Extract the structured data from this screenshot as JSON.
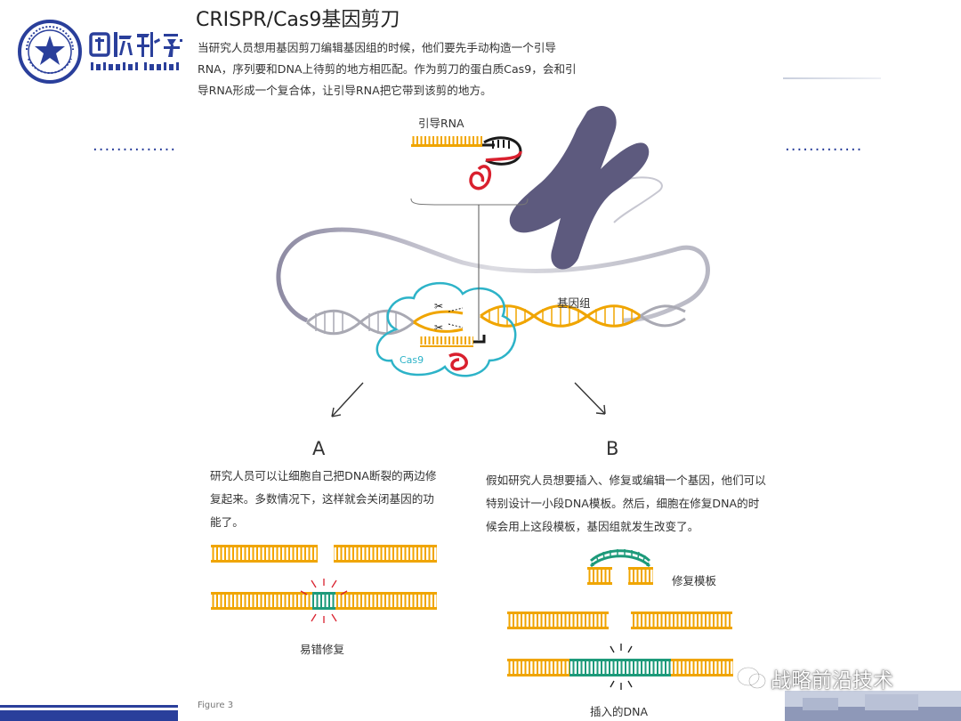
{
  "title": "CRISPR/Cas9基因剪刀",
  "intro": "当研究人员想用基因剪刀编辑基因组的时候，他们要先手动构造一个引导RNA，序列要和DNA上待剪的地方相匹配。作为剪刀的蛋白质Cas9，会和引导RNA形成一个复合体，让引导RNA把它带到该剪的地方。",
  "logo": {
    "name_cn": "国防科学技",
    "name_en": "National University of D",
    "seal_ring_text": "NATIONAL UNIVERSITY OF DEFENSE TECHNOLOGY"
  },
  "diagram_labels": {
    "guide_rna": "引导RNA",
    "genome": "基因组",
    "cas9": "Cas9",
    "repair_template": "修复模板",
    "error_prone_repair": "易错修复",
    "inserted_dna": "插入的DNA"
  },
  "option_a": {
    "letter": "A",
    "text": "研究人员可以让细胞自己把DNA断裂的两边修复起来。多数情况下，这样就会关闭基因的功能了。"
  },
  "option_b": {
    "letter": "B",
    "text": "假如研究人员想要插入、修复或编辑一个基因，他们可以特别设计一小段DNA模板。然后，细胞在修复DNA的时候会用上这段模板，基因组就发生改变了。"
  },
  "figure_label": "Figure 3",
  "watermark": "战略前沿技术",
  "colors": {
    "strand_orange": "#f0a500",
    "strand_gray": "#a9a9b3",
    "repair_green": "#1d9a7a",
    "guide_red": "#d9202e",
    "guide_black": "#1a1a1a",
    "cas9_outline": "#2db3c8",
    "chromosome": "#5d5a7e",
    "brand_blue": "#2a3f9b"
  }
}
